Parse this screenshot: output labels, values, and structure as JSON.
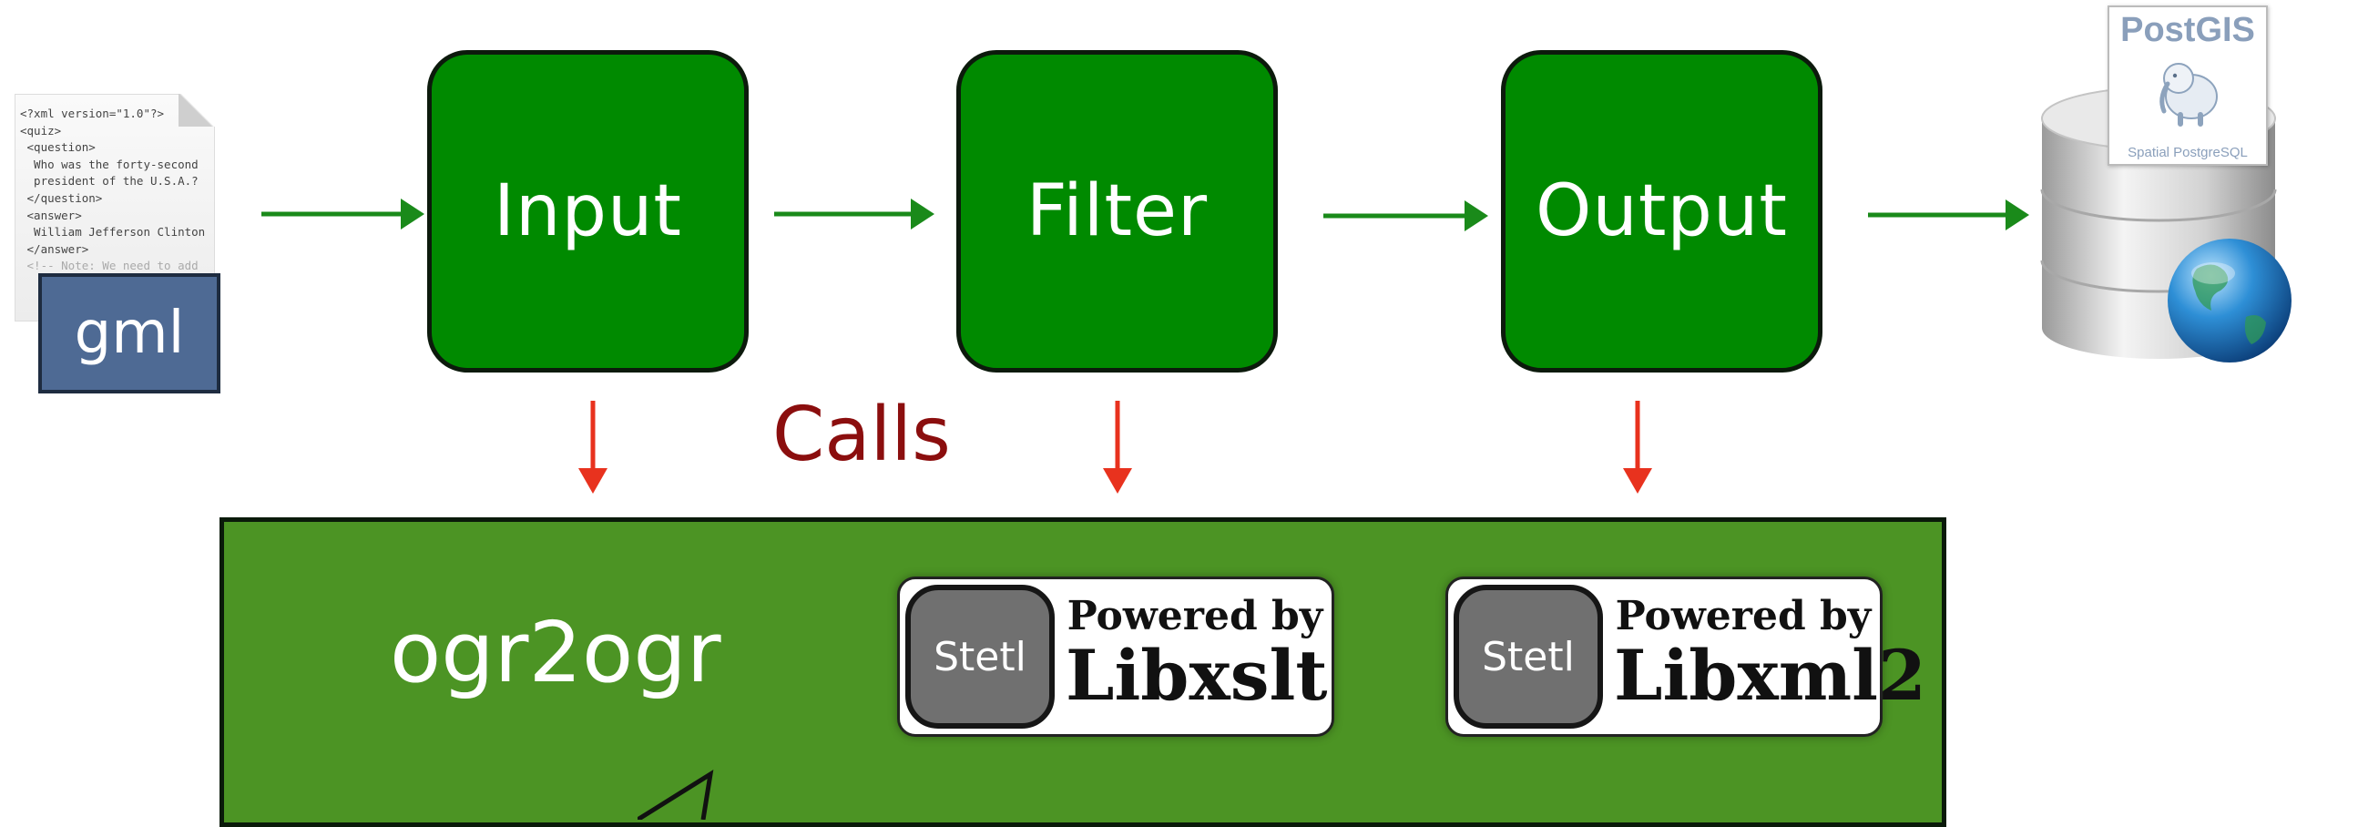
{
  "source": {
    "xml_lines": [
      "<?xml version=\"1.0\"?>",
      "<quiz>",
      " <question>",
      "  Who was the forty-second",
      "  president of the U.S.A.?",
      " </question>",
      " <answer>",
      "  William Jefferson Clinton",
      " </answer>",
      " <!-- Note: We need to add"
    ],
    "format_label": "gml"
  },
  "pipeline": {
    "stages": [
      "Input",
      "Filter",
      "Output"
    ],
    "flow_color": "#1a8a1a",
    "call_color": "#e8321e"
  },
  "calls_label": "Calls",
  "library_panel": {
    "tool_label": "ogr2ogr",
    "badges": [
      {
        "button_label": "Stetl",
        "powered_by": "Powered by",
        "library": "Libxslt"
      },
      {
        "button_label": "Stetl",
        "powered_by": "Powered by",
        "library": "Libxml2"
      }
    ]
  },
  "destination": {
    "logo_title": "PostGIS",
    "logo_subtitle": "Spatial PostgreSQL",
    "icons": [
      "database-icon",
      "globe-icon",
      "elephant-icon"
    ]
  },
  "colors": {
    "stage_fill": "#008A00",
    "panel_fill": "#4c9424",
    "calls_text": "#8b0e0e",
    "gml_badge": "#4e6a94"
  }
}
